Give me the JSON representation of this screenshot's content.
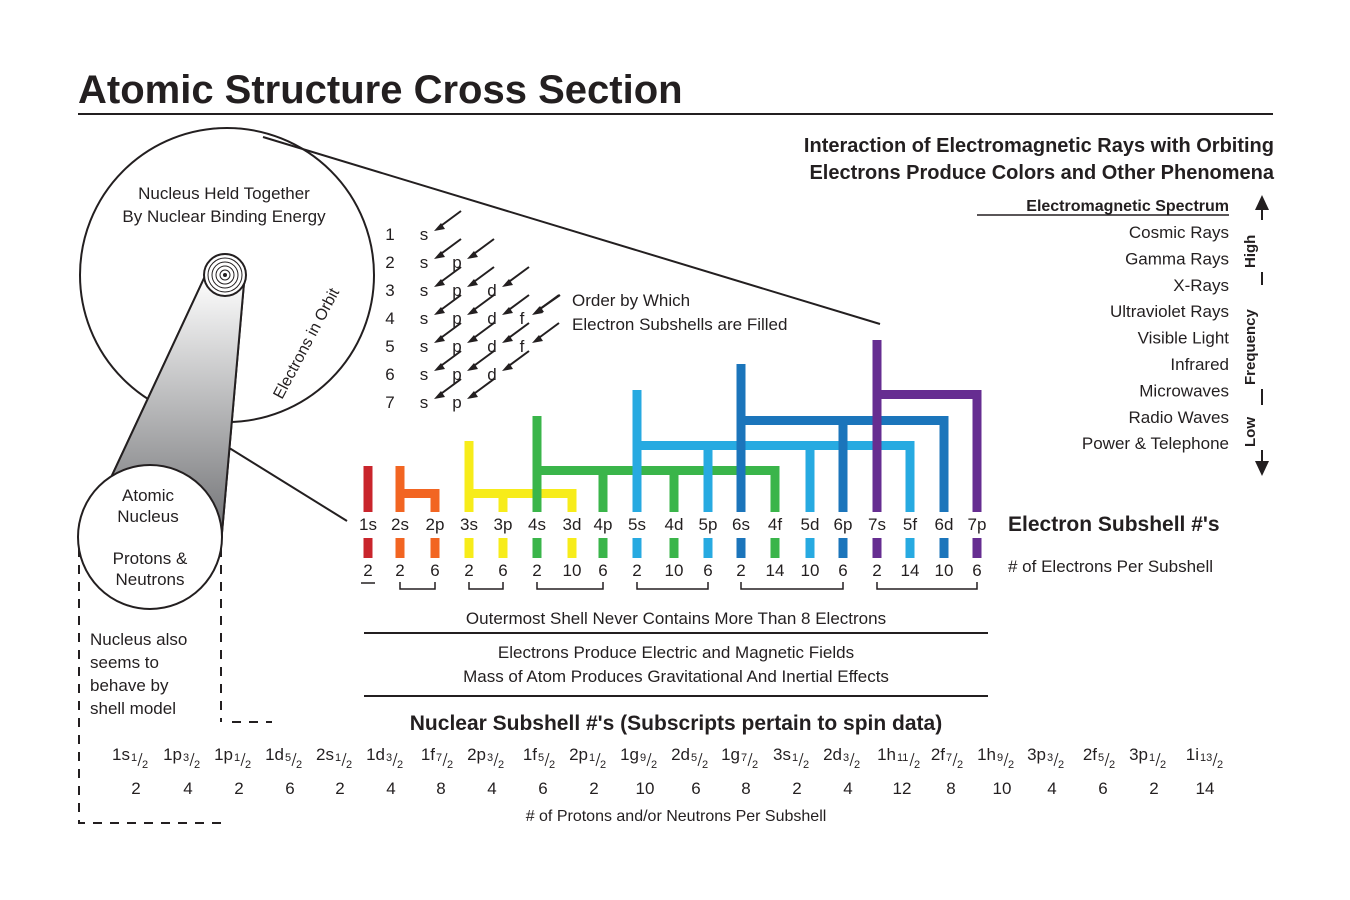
{
  "title": "Atomic Structure Cross Section",
  "subtitle_lines": [
    "Interaction of Electromagnetic Rays with Orbiting",
    "Electrons Produce Colors and Other Phenomena"
  ],
  "atom": {
    "nucleus_caption": [
      "Nucleus Held Together",
      "By Nuclear Binding Energy"
    ],
    "orbit_label": "Electrons in Orbit",
    "nucleus_box": [
      "Atomic",
      "Nucleus",
      "Protons &",
      "Neutrons"
    ],
    "shell_note": [
      "Nucleus also",
      "seems to",
      "behave by",
      "shell model"
    ]
  },
  "filling_order": {
    "caption": [
      "Order by Which",
      "Electron Subshells are Filled"
    ],
    "rows": [
      {
        "n": "1",
        "subs": [
          "s"
        ]
      },
      {
        "n": "2",
        "subs": [
          "s",
          "p"
        ]
      },
      {
        "n": "3",
        "subs": [
          "s",
          "p",
          "d"
        ]
      },
      {
        "n": "4",
        "subs": [
          "s",
          "p",
          "d",
          "f"
        ]
      },
      {
        "n": "5",
        "subs": [
          "s",
          "p",
          "d",
          "f"
        ]
      },
      {
        "n": "6",
        "subs": [
          "s",
          "p",
          "d"
        ]
      },
      {
        "n": "7",
        "subs": [
          "s",
          "p"
        ]
      }
    ]
  },
  "spectrum": {
    "heading": "Electromagnetic Spectrum",
    "items": [
      "Cosmic Rays",
      "Gamma Rays",
      "X-Rays",
      "Ultraviolet Rays",
      "Visible Light",
      "Infrared",
      "Microwaves",
      "Radio Waves",
      "Power & Telephone"
    ],
    "axis_high": "High",
    "axis_mid": "Frequency",
    "axis_low": "Low"
  },
  "electron_subshells": {
    "heading": "Electron Subshell #'s",
    "count_caption": "# of Electrons Per Subshell",
    "items": [
      {
        "label": "1s",
        "count": "2",
        "color": "#c9252c"
      },
      {
        "label": "2s",
        "count": "2",
        "color": "#f26522"
      },
      {
        "label": "2p",
        "count": "6",
        "color": "#f26522"
      },
      {
        "label": "3s",
        "count": "2",
        "color": "#f7ec1a"
      },
      {
        "label": "3p",
        "count": "6",
        "color": "#f7ec1a"
      },
      {
        "label": "4s",
        "count": "2",
        "color": "#3ab54a"
      },
      {
        "label": "3d",
        "count": "10",
        "color": "#f7ec1a"
      },
      {
        "label": "4p",
        "count": "6",
        "color": "#3ab54a"
      },
      {
        "label": "5s",
        "count": "2",
        "color": "#27aae1"
      },
      {
        "label": "4d",
        "count": "10",
        "color": "#3ab54a"
      },
      {
        "label": "5p",
        "count": "6",
        "color": "#27aae1"
      },
      {
        "label": "6s",
        "count": "2",
        "color": "#1b75bb"
      },
      {
        "label": "4f",
        "count": "14",
        "color": "#3ab54a"
      },
      {
        "label": "5d",
        "count": "10",
        "color": "#27aae1"
      },
      {
        "label": "6p",
        "count": "6",
        "color": "#1b75bb"
      },
      {
        "label": "7s",
        "count": "2",
        "color": "#662d91"
      },
      {
        "label": "5f",
        "count": "14",
        "color": "#27aae1"
      },
      {
        "label": "6d",
        "count": "10",
        "color": "#1b75bb"
      },
      {
        "label": "7p",
        "count": "6",
        "color": "#662d91"
      }
    ]
  },
  "notes": {
    "outermost": "Outermost Shell Never Contains More Than 8 Electrons",
    "fields_1": "Electrons Produce Electric and Magnetic Fields",
    "fields_2": "Mass of Atom Produces Gravitational And Inertial Effects"
  },
  "nuclear_subshells": {
    "heading": "Nuclear Subshell #'s (Subscripts pertain to spin data)",
    "count_caption": "# of Protons and/or Neutrons Per Subshell",
    "items": [
      {
        "label": "1s",
        "num": "1",
        "count": "2"
      },
      {
        "label": "1p",
        "num": "3",
        "count": "4"
      },
      {
        "label": "1p",
        "num": "1",
        "count": "2"
      },
      {
        "label": "1d",
        "num": "5",
        "count": "6"
      },
      {
        "label": "2s",
        "num": "1",
        "count": "2"
      },
      {
        "label": "1d",
        "num": "3",
        "count": "4"
      },
      {
        "label": "1f",
        "num": "7",
        "count": "8"
      },
      {
        "label": "2p",
        "num": "3",
        "count": "4"
      },
      {
        "label": "1f",
        "num": "5",
        "count": "6"
      },
      {
        "label": "2p",
        "num": "1",
        "count": "2"
      },
      {
        "label": "1g",
        "num": "9",
        "count": "10"
      },
      {
        "label": "2d",
        "num": "5",
        "count": "6"
      },
      {
        "label": "1g",
        "num": "7",
        "count": "8"
      },
      {
        "label": "3s",
        "num": "1",
        "count": "2"
      },
      {
        "label": "2d",
        "num": "3",
        "count": "4"
      },
      {
        "label": "1h",
        "num": "11",
        "count": "12"
      },
      {
        "label": "2f",
        "num": "7",
        "count": "8"
      },
      {
        "label": "1h",
        "num": "9",
        "count": "10"
      },
      {
        "label": "3p",
        "num": "3",
        "count": "4"
      },
      {
        "label": "2f",
        "num": "5",
        "count": "6"
      },
      {
        "label": "3p",
        "num": "1",
        "count": "2"
      },
      {
        "label": "1i",
        "num": "13",
        "count": "14"
      }
    ]
  }
}
